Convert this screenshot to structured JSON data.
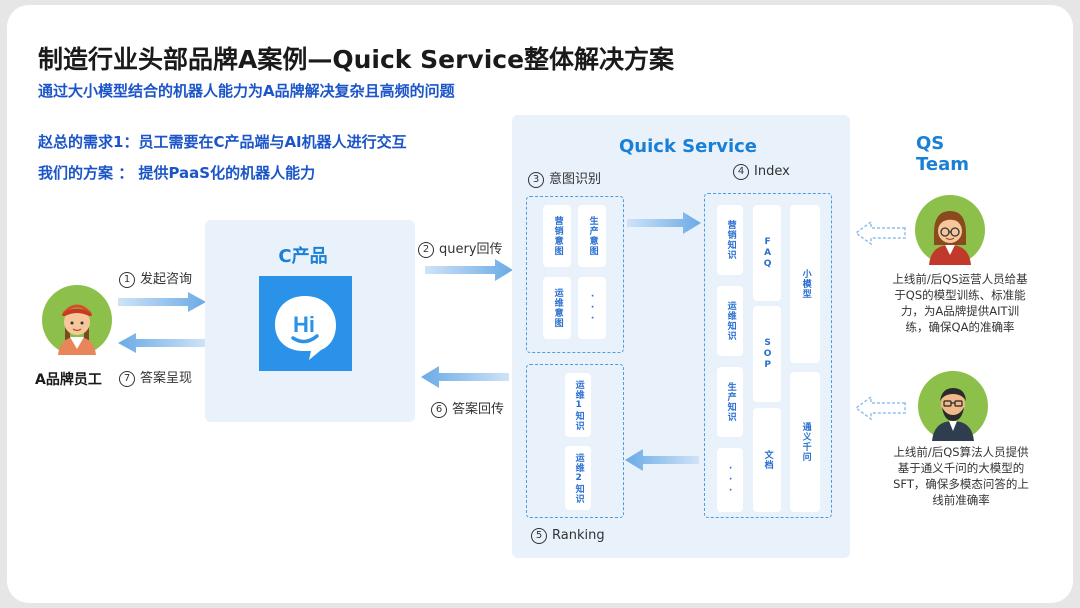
{
  "header": {
    "title": "制造行业头部品牌A案例—Quick Service整体解决方案",
    "subtitle": "通过大小模型结合的机器人能力为A品牌解决复杂且高频的问题"
  },
  "requirements": {
    "need": "赵总的需求1：员工需要在C产品端与AI机器人进行交互",
    "solution": "我们的方案 ： 提供PaaS化的机器人能力"
  },
  "employee": {
    "label": "A品牌员工"
  },
  "c_product": {
    "title": "C产品",
    "logo_text": "Hi"
  },
  "steps": {
    "s1": {
      "num": "1",
      "label": "发起咨询"
    },
    "s2": {
      "num": "2",
      "label": "query回传"
    },
    "s3": {
      "num": "3",
      "label": "意图识别"
    },
    "s4": {
      "num": "4",
      "label": "Index"
    },
    "s5": {
      "num": "5",
      "label": "Ranking"
    },
    "s6": {
      "num": "6",
      "label": "答案回传"
    },
    "s7": {
      "num": "7",
      "label": "答案呈现"
    }
  },
  "quick_service": {
    "title": "Quick Service",
    "intent_chips": [
      "营销意图",
      "生产意图",
      "运维意图",
      "···"
    ],
    "ranking_chips": [
      "运维1知识",
      "运维2知识"
    ],
    "index_left": [
      "营销知识",
      "运维知识",
      "生产知识",
      "···"
    ],
    "index_mid": [
      "FAQ",
      "SOP",
      "文档"
    ],
    "index_right": [
      "小模型",
      "通义千问"
    ]
  },
  "qs_team": {
    "title_line1": "QS",
    "title_line2": "Team",
    "note_ops": "上线前/后QS运营人员给基于QS的模型训练、标准能力，为A品牌提供AIT训练，确保QA的准确率",
    "note_algo": "上线前/后QS算法人员提供基于通义千问的大模型的SFT，确保多模态问答的上线前准确率"
  },
  "colors": {
    "title_blue": "#1b55c9",
    "accent_blue": "#1a7fd6",
    "panel_bg": "#e9f1fb",
    "chip_text": "#2a6fd0",
    "avatar_bg": "#8cc04b"
  }
}
